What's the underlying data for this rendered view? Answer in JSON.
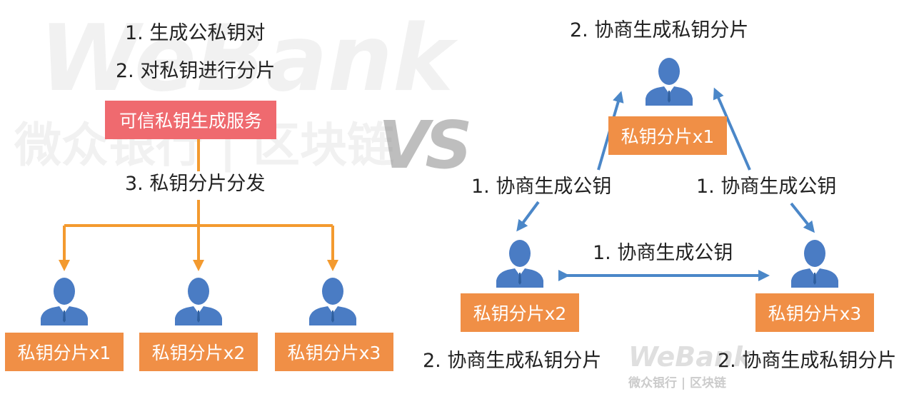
{
  "watermark": {
    "brand": "WeBank",
    "cn": "微众银行 | 区块链",
    "small_brand": "WeBank",
    "small_cn": "微众银行 | 区块链"
  },
  "vs": "VS",
  "left": {
    "step1": "1. 生成公私钥对",
    "step2": "2. 对私钥进行分片",
    "service": "可信私钥生成服务",
    "step3": "3. 私钥分片分发",
    "shards": [
      "私钥分片x1",
      "私钥分片x2",
      "私钥分片x3"
    ]
  },
  "right": {
    "top_label": "2. 协商生成私钥分片",
    "edge_left": "1. 协商生成公钥",
    "edge_right": "1. 协商生成公钥",
    "edge_bottom": "1. 协商生成公钥",
    "shards": [
      "私钥分片x1",
      "私钥分片x2",
      "私钥分片x3"
    ],
    "bottom_left_label": "2. 协商生成私钥分片",
    "bottom_right_label": "2. 协商生成私钥分片"
  },
  "colors": {
    "orange_box": "#f08f46",
    "red_box": "#ef6a6f",
    "orange_arrow": "#f39a2f",
    "blue_arrow": "#4b87c8",
    "person": "#4a7cc4"
  }
}
